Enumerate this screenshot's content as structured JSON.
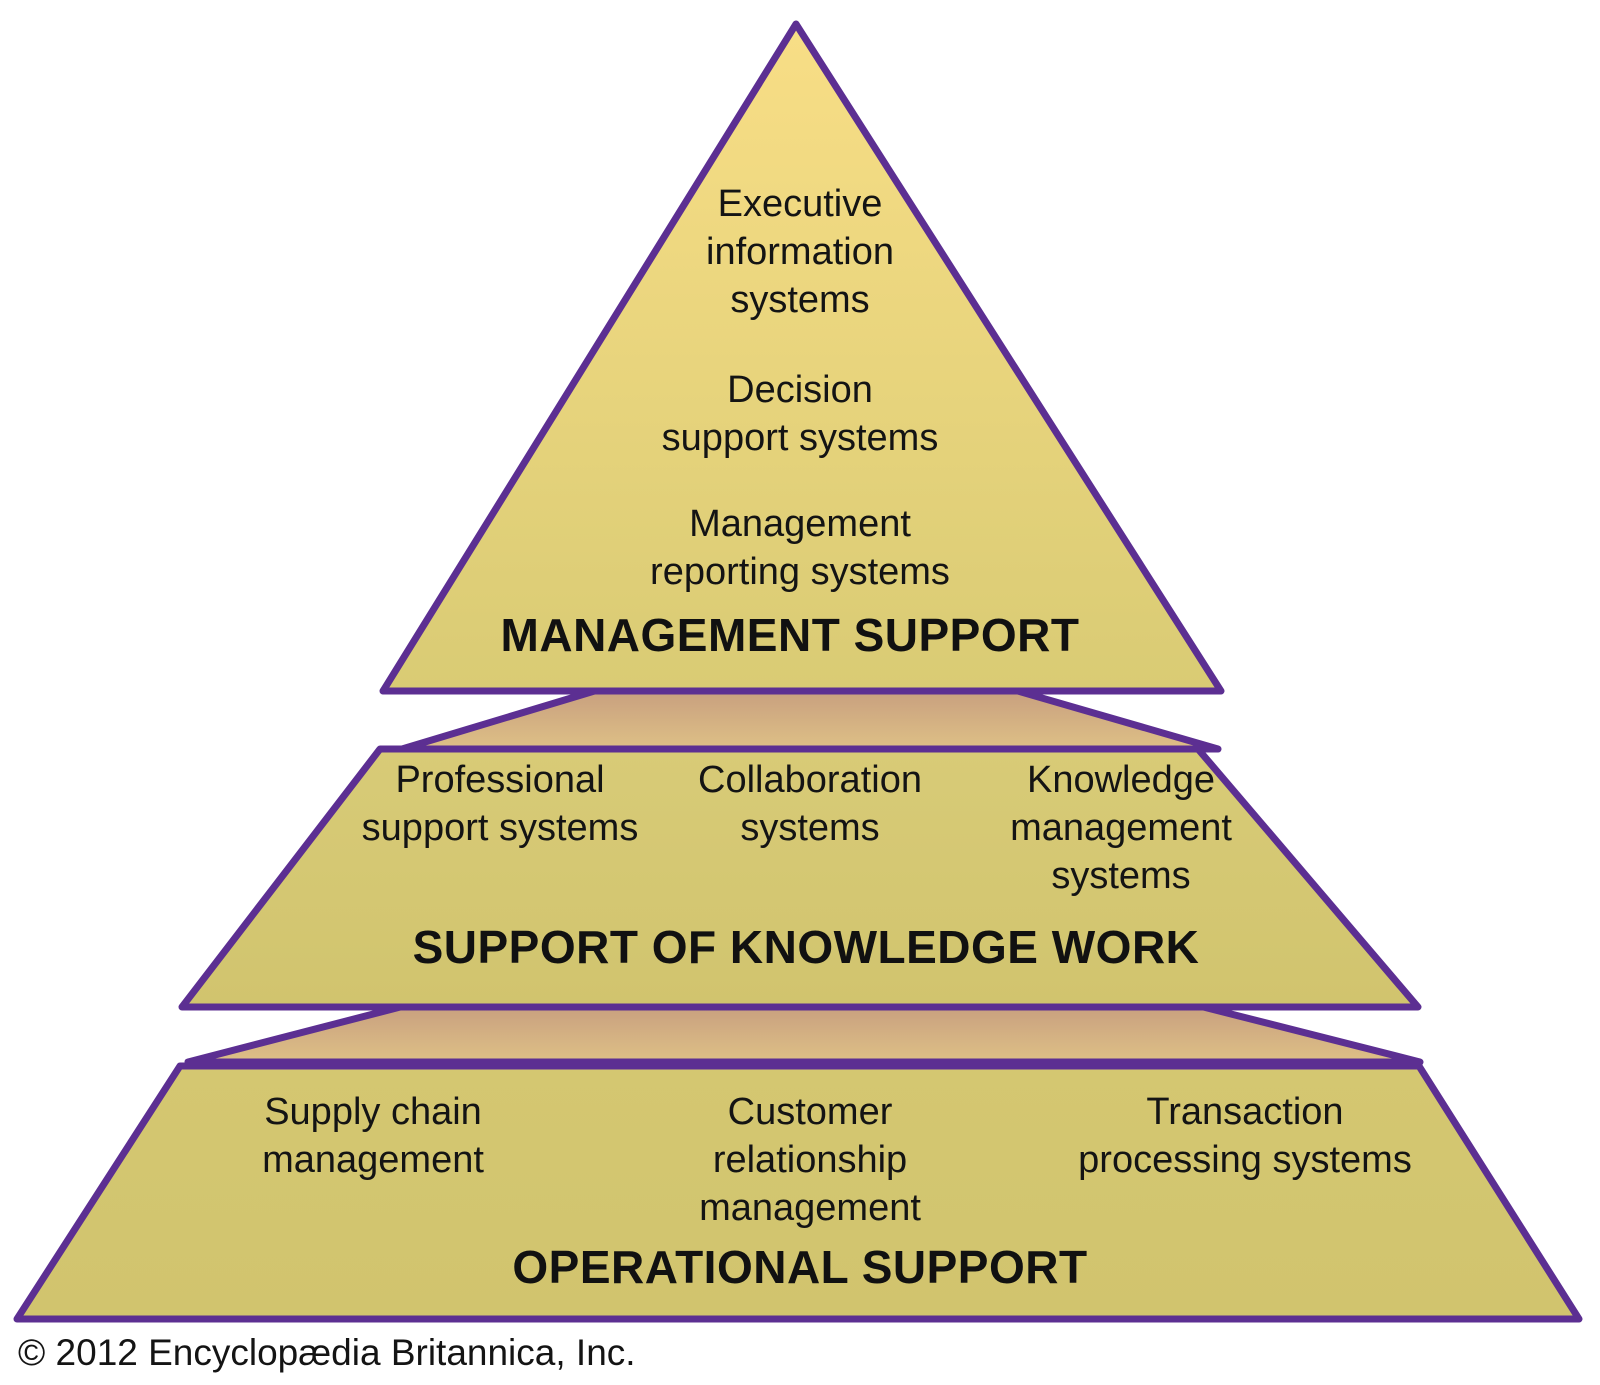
{
  "diagram": {
    "name": "information-systems-pyramid",
    "tiers": [
      {
        "label": "MANAGEMENT SUPPORT",
        "items": [
          {
            "text": "Executive\ninformation\nsystems"
          },
          {
            "text": "Decision\nsupport systems"
          },
          {
            "text": "Management\nreporting systems"
          }
        ]
      },
      {
        "label": "SUPPORT OF KNOWLEDGE WORK",
        "items": [
          {
            "text": "Professional\nsupport systems"
          },
          {
            "text": "Collaboration\nsystems"
          },
          {
            "text": "Knowledge\nmanagement\nsystems"
          }
        ]
      },
      {
        "label": "OPERATIONAL SUPPORT",
        "items": [
          {
            "text": "Supply chain\nmanagement"
          },
          {
            "text": "Customer\nrelationship\nmanagement"
          },
          {
            "text": "Transaction\nprocessing systems"
          }
        ]
      }
    ],
    "copyright": "© 2012 Encyclopædia Britannica, Inc."
  },
  "colors": {
    "background": "#FFFFFF",
    "border": "#5C2F92",
    "text": "#141414",
    "tri_top": "#F8DE86",
    "tri_bottom": "#D9CB74",
    "conn_top": "#C59B7E",
    "conn_bottom": "#DEC086",
    "mid_top": "#D8CB77",
    "mid_bottom": "#D1C46E",
    "bot_top": "#D4C771",
    "bot_bottom": "#D1C46E"
  }
}
